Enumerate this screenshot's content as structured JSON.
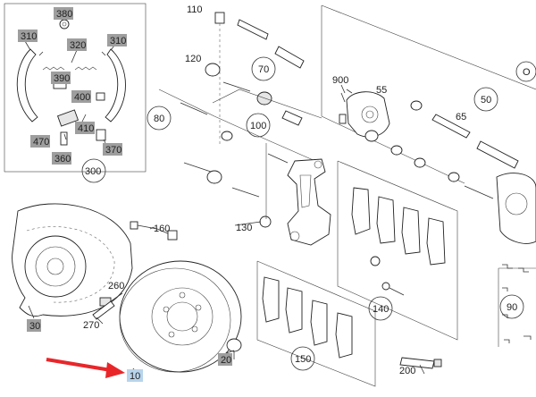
{
  "callouts": {
    "c10": "10",
    "c20": "20",
    "c30": "30",
    "c55": "55",
    "c65": "65",
    "c70": "70",
    "c80": "80",
    "c90": "90",
    "c100": "100",
    "c110": "110",
    "c120": "120",
    "c130": "130",
    "c140": "140",
    "c150": "150",
    "c160": "160",
    "c200": "200",
    "c260": "260",
    "c270": "270",
    "c300": "300",
    "c310a": "310",
    "c310b": "310",
    "c320": "320",
    "c360": "360",
    "c370": "370",
    "c380": "380",
    "c390": "390",
    "c400": "400",
    "c410": "410",
    "c470": "470",
    "c50": "50",
    "c900": "900",
    "cO": "O"
  },
  "colors": {
    "highlight_box": "#b8d4ec",
    "gray_box": "#9e9e9e",
    "arrow": "#e8262a",
    "line": "#333333"
  },
  "icons": [
    "red-arrow-icon"
  ]
}
